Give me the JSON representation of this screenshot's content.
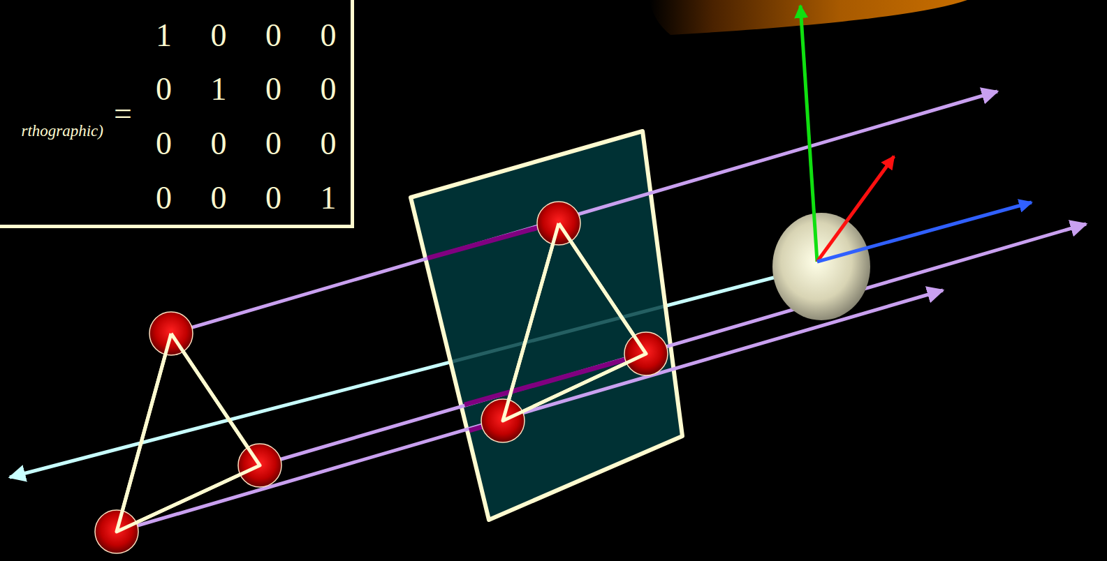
{
  "diagram": {
    "nodes": [
      {
        "text": [
          "1 0 0 0",
          "0 1 0 0",
          "0 0 0 0",
          "0 0 0 1"
        ]
      }
    ],
    "labels": [
      "rthographic)",
      "="
    ]
  }
}
